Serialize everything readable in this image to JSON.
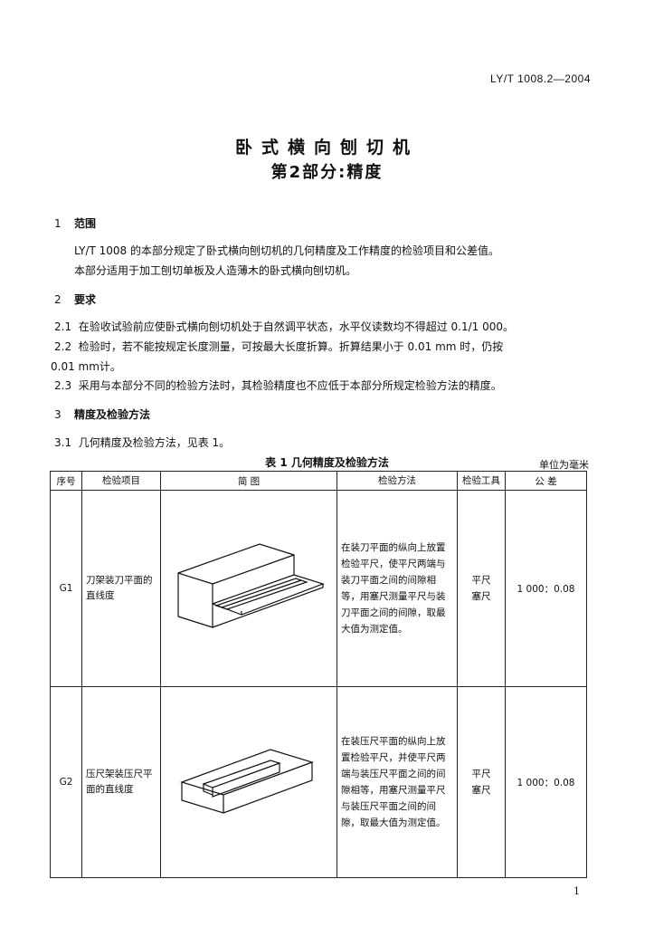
{
  "header": {
    "standard_no": "LY/T 1008.2—2004"
  },
  "title": {
    "line1": "卧式横向刨切机",
    "line2": "第2部分:精度"
  },
  "sections": [
    {
      "num": "1",
      "heading": "范围"
    },
    {
      "num": "2",
      "heading": "要求"
    },
    {
      "num": "3",
      "heading": "精度及检验方法"
    }
  ],
  "scope": {
    "p1": "LY/T 1008 的本部分规定了卧式横向刨切机的几何精度及工作精度的检验项目和公差值。",
    "p2": "本部分适用于加工刨切单板及人造薄木的卧式横向刨切机。"
  },
  "requirements": {
    "r1_num": "2.1",
    "r1": "在验收试验前应使卧式横向刨切机处于自然调平状态，水平仪读数均不得超过 0.1/1 000。",
    "r2_num": "2.2",
    "r2a": "检验时，若不能按规定长度测量，可按最大长度折算。折算结果小于 0.01 mm 时，仍按",
    "r2b": "0.01 mm计。",
    "r3_num": "2.3",
    "r3": "采用与本部分不同的检验方法时，其检验精度也不应低于本部分所规定检验方法的精度。"
  },
  "sub31": {
    "num": "3.1",
    "text": "几何精度及检验方法，见表 1。"
  },
  "table": {
    "caption": "表 1   几何精度及检验方法",
    "unit": "单位为毫米",
    "headers": {
      "no": "序号",
      "item": "检验项目",
      "fig": "简        图",
      "method": "检验方法",
      "tool": "检验工具",
      "tol": "公    差"
    },
    "rows": [
      {
        "no": "G1",
        "item": "刀架装刀平面的直线度",
        "method": "在装刀平面的纵向上放置检验平尺，使平尺两端与装刀平面之间的间隙相等，用塞尺测量平尺与装刀平面之间的间隙，取最大值为测定值。",
        "tool_a": "平尺",
        "tool_b": "塞尺",
        "tol": "1 000：0.08"
      },
      {
        "no": "G2",
        "item": "压尺架装压尺平面的直线度",
        "method": "在装压尺平面的纵向上放置检验平尺，并使平尺两端与装压尺平面之间的间隙相等，用塞尺测量平尺与装压尺平面之间的间隙，取最大值为测定值。",
        "tool_a": "平尺",
        "tool_b": "塞尺",
        "tol": "1 000：0.08"
      }
    ]
  },
  "page_number": "1"
}
